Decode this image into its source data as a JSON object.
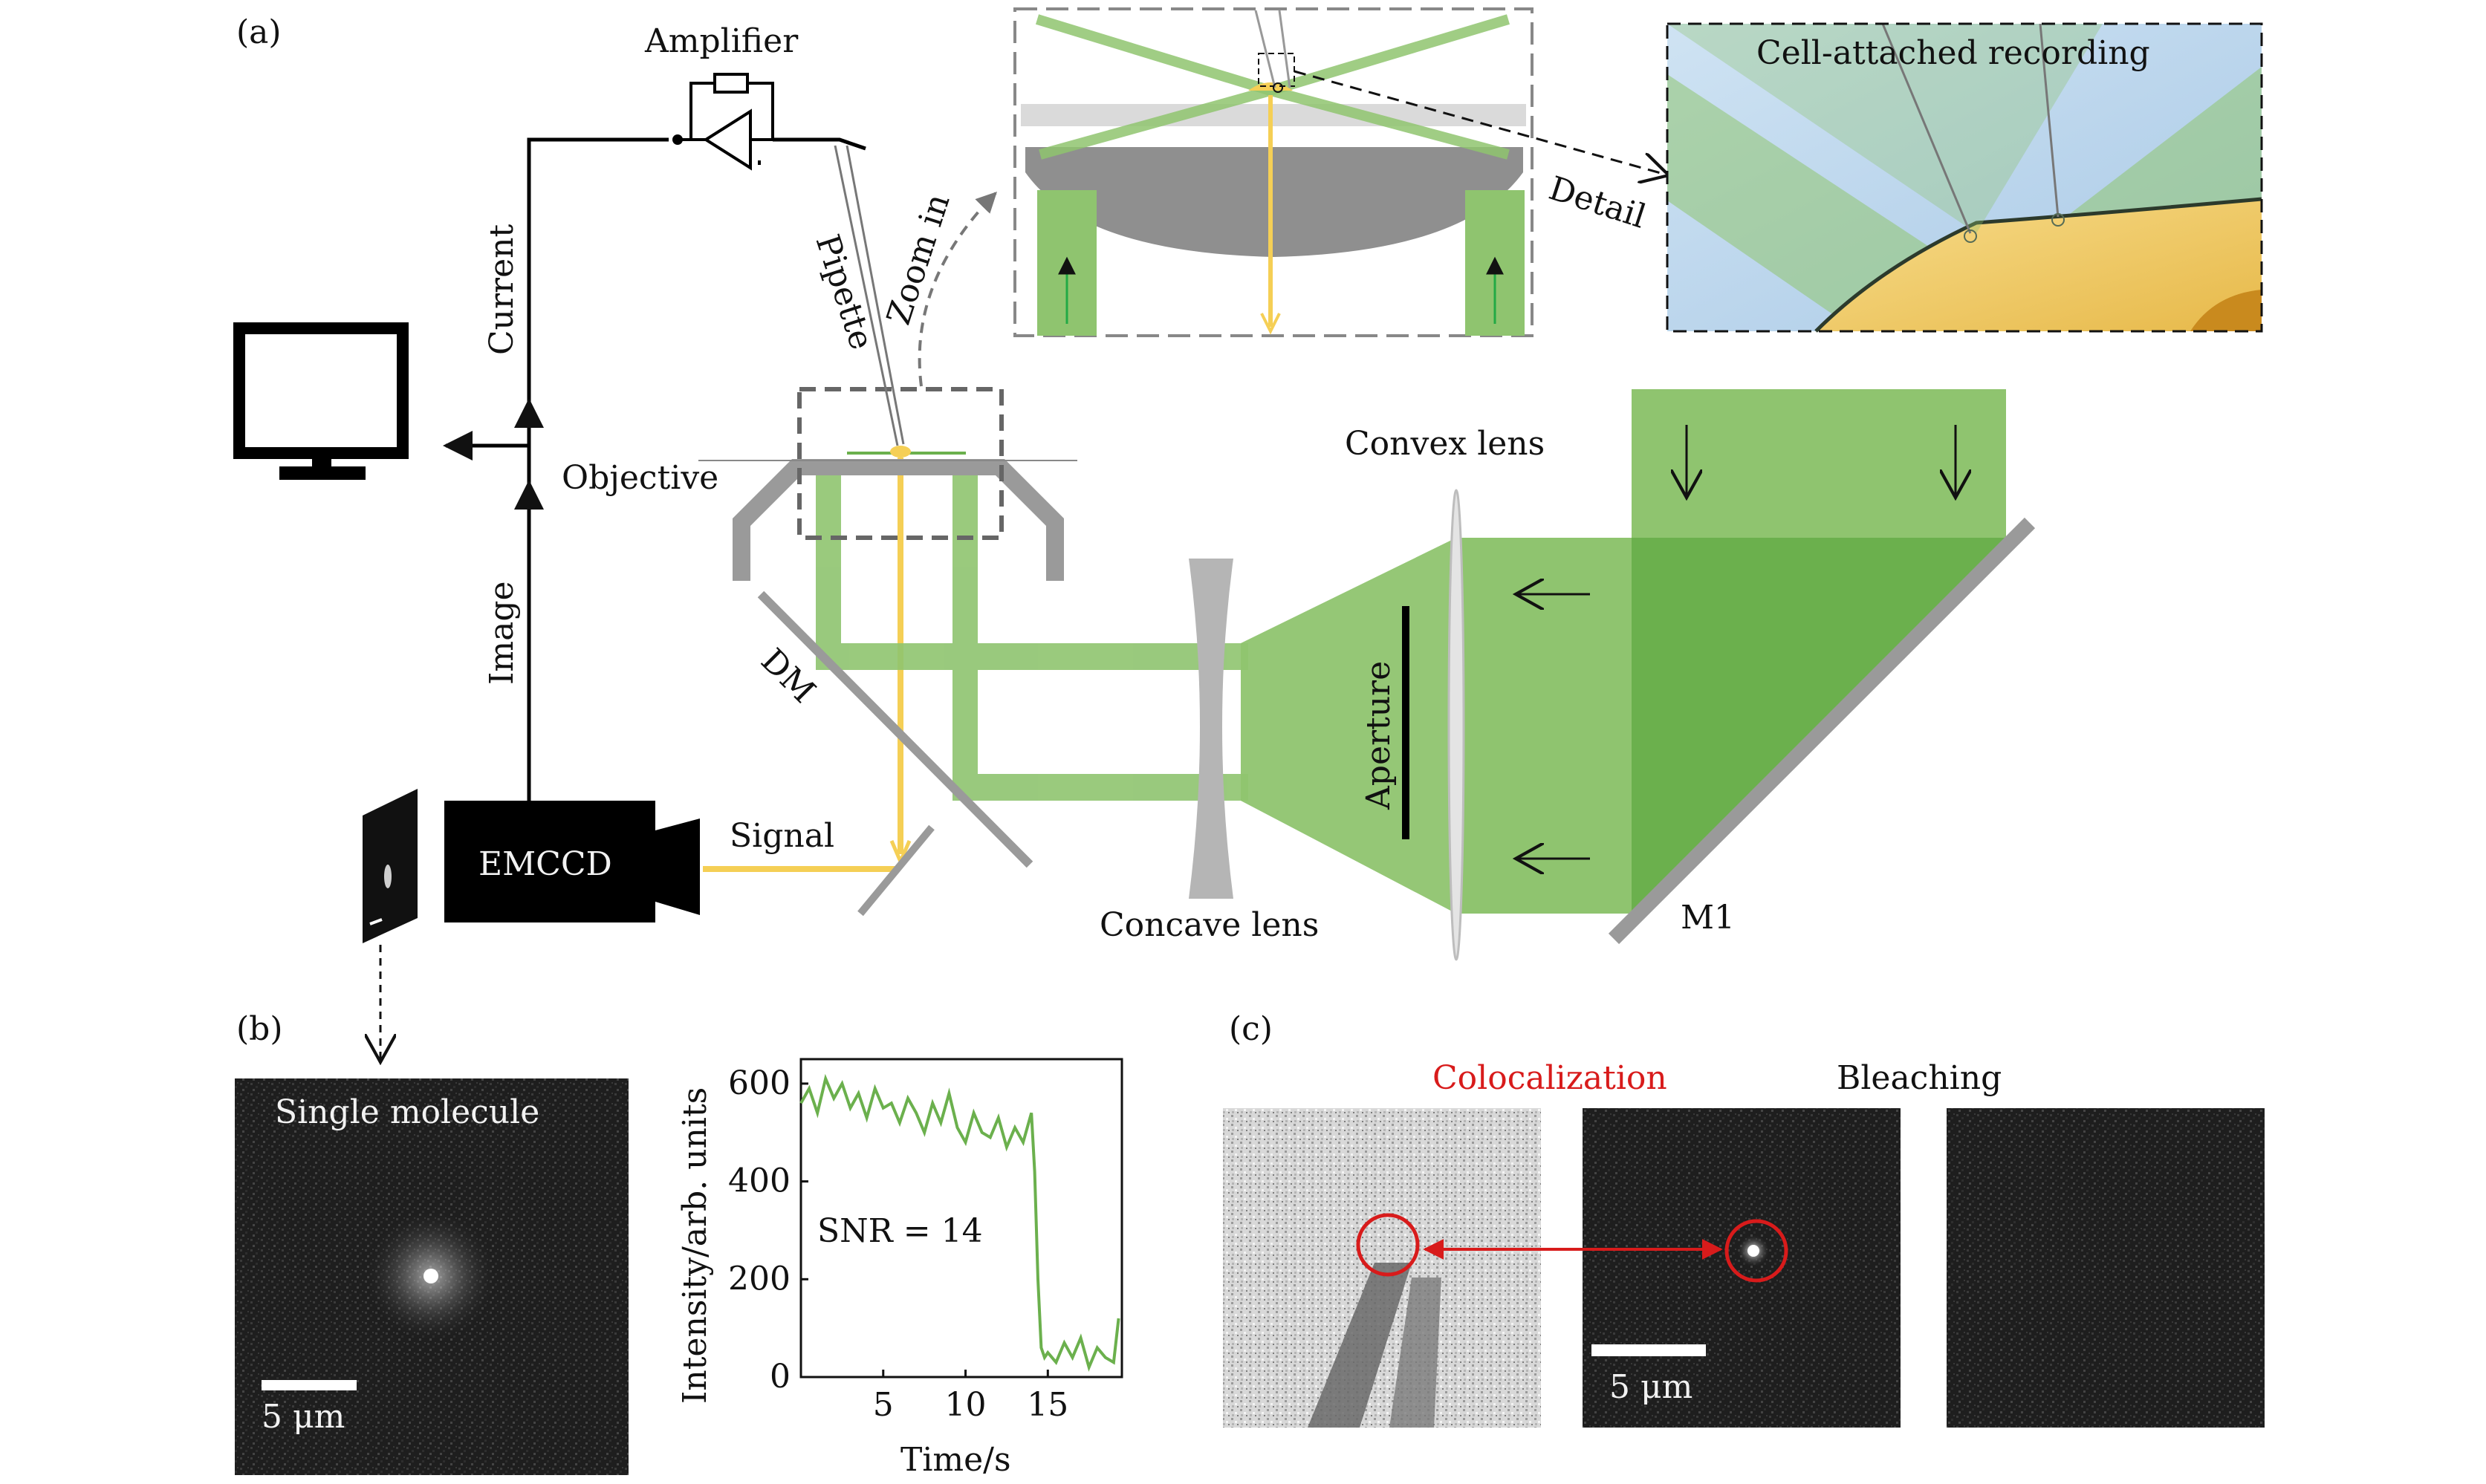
{
  "panels": {
    "a": "(a)",
    "b": "(b)",
    "c": "(c)"
  },
  "labels": {
    "amplifier": "Amplifier",
    "current": "Current",
    "image": "Image",
    "pipette": "Pipette",
    "zoom_in": "Zoom in",
    "detail": "Detail",
    "cell_attached": "Cell-attached recording",
    "objective": "Objective",
    "convex_lens": "Convex lens",
    "concave_lens": "Concave lens",
    "dm": "DM",
    "aperture": "Aperture",
    "emccd": "EMCCD",
    "signal": "Signal",
    "m1": "M1",
    "single_molecule": "Single molecule",
    "scalebar_b": "5 μm",
    "scalebar_c": "5 μm",
    "colocalization": "Colocalization",
    "bleaching": "Bleaching"
  },
  "colors": {
    "green_beam": "#8fc46f",
    "green_dark": "#6bb04d",
    "yellow_signal": "#f5cf55",
    "gray_optic": "#9a9a9a",
    "red_marker": "#d81b1b"
  },
  "chart_data": {
    "type": "line",
    "xlabel": "Time/s",
    "ylabel": "Intensity/arb. units",
    "xlim": [
      0,
      19.5
    ],
    "ylim": [
      0,
      650
    ],
    "xticks": [
      5,
      10,
      15
    ],
    "yticks": [
      0,
      200,
      400,
      600
    ],
    "annotation": "SNR = 14",
    "series": [
      {
        "color": "#6bb04d",
        "x": [
          0,
          0.5,
          1,
          1.5,
          2,
          2.5,
          3,
          3.5,
          4,
          4.5,
          5,
          5.5,
          6,
          6.5,
          7,
          7.5,
          8,
          8.5,
          9,
          9.5,
          10,
          10.5,
          11,
          11.5,
          12,
          12.5,
          13,
          13.5,
          14,
          14.2,
          14.4,
          14.6,
          14.8,
          15,
          15.5,
          16,
          16.5,
          17,
          17.5,
          18,
          18.5,
          19,
          19.3
        ],
        "y": [
          560,
          590,
          540,
          610,
          570,
          600,
          550,
          580,
          530,
          590,
          550,
          560,
          520,
          570,
          540,
          500,
          560,
          520,
          580,
          510,
          480,
          540,
          500,
          490,
          530,
          470,
          510,
          480,
          540,
          420,
          200,
          60,
          40,
          50,
          30,
          70,
          40,
          80,
          20,
          60,
          40,
          30,
          120
        ]
      }
    ]
  }
}
